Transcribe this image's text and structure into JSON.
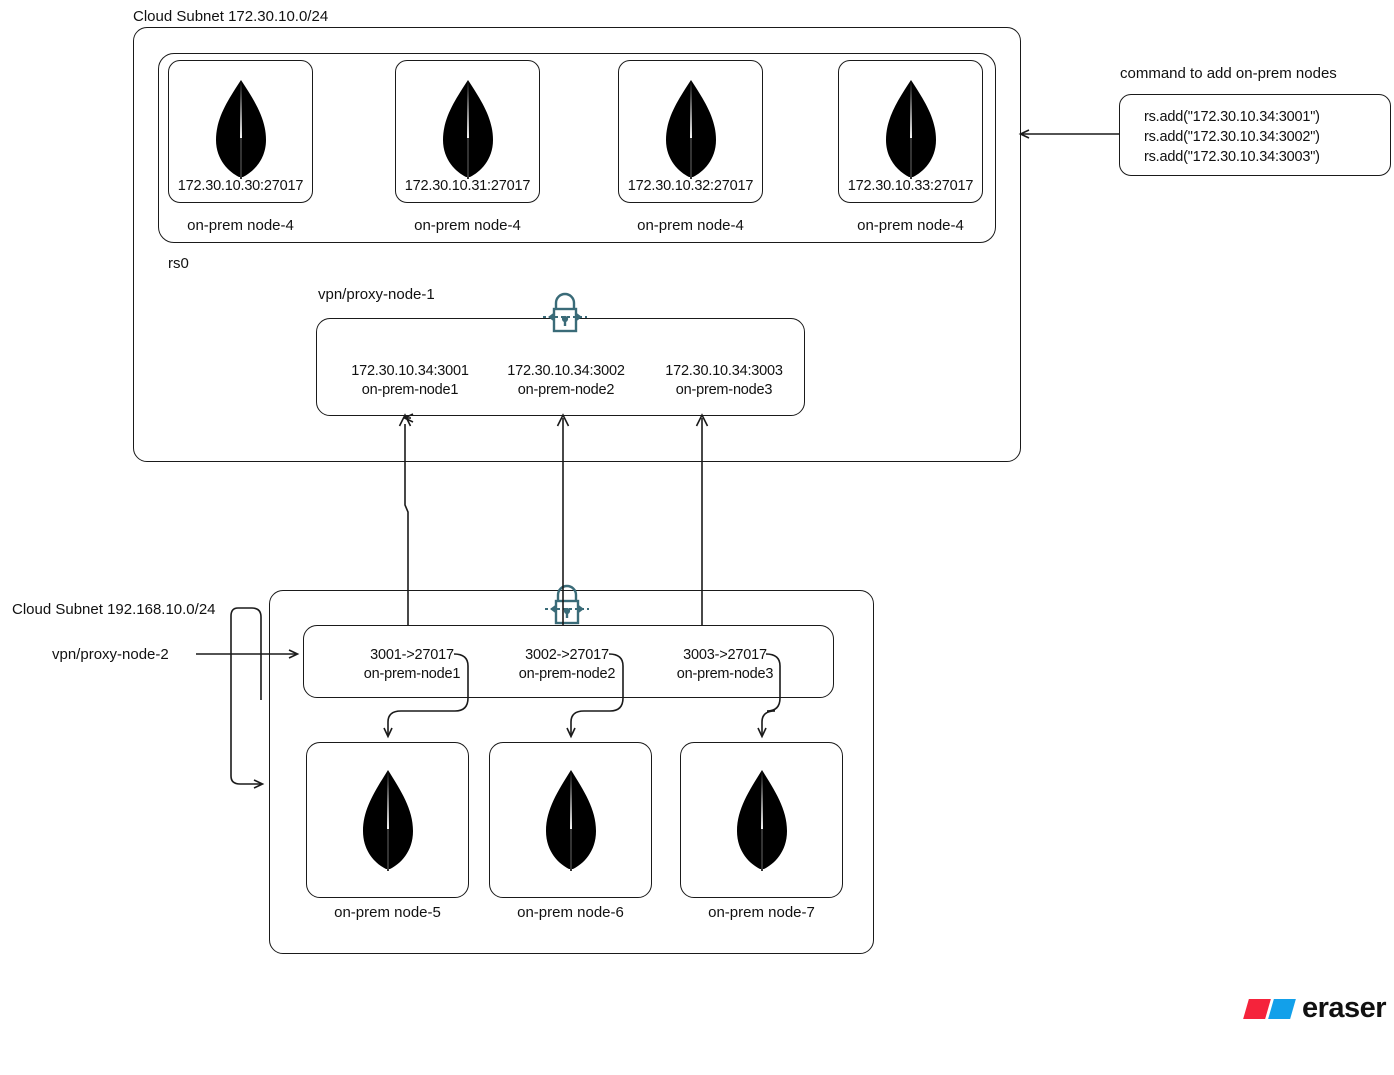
{
  "diagram": {
    "background": "#ffffff",
    "stroke": "#1a1a1a",
    "lock_color": "#3a6b78"
  },
  "cloud_subnet_top": {
    "label": "Cloud Subnet 172.30.10.0/24",
    "replica_set_label": "rs0",
    "nodes": [
      {
        "ip": "172.30.10.30:27017",
        "caption": "on-prem node-4",
        "icon": "mongodb-leaf-icon"
      },
      {
        "ip": "172.30.10.31:27017",
        "caption": "on-prem node-4",
        "icon": "mongodb-leaf-icon"
      },
      {
        "ip": "172.30.10.32:27017",
        "caption": "on-prem node-4",
        "icon": "mongodb-leaf-icon"
      },
      {
        "ip": "172.30.10.33:27017",
        "caption": "on-prem node-4",
        "icon": "mongodb-leaf-icon"
      }
    ],
    "proxy": {
      "label": "vpn/proxy-node-1",
      "lock_icon": "lock-bidirectional-icon",
      "entries": [
        {
          "address": "172.30.10.34:3001",
          "name": "on-prem-node1"
        },
        {
          "address": "172.30.10.34:3002",
          "name": "on-prem-node2"
        },
        {
          "address": "172.30.10.34:3003",
          "name": "on-prem-node3"
        }
      ]
    }
  },
  "command_note": {
    "title": "command to add on-prem nodes",
    "lines": [
      "rs.add(\"172.30.10.34:3001\")",
      "rs.add(\"172.30.10.34:3002\")",
      "rs.add(\"172.30.10.34:3003\")"
    ]
  },
  "cloud_subnet_bottom": {
    "label": "Cloud Subnet 192.168.10.0/24",
    "proxy_label": "vpn/proxy-node-2",
    "lock_icon": "lock-bidirectional-icon",
    "port_mappings": [
      {
        "mapping": "3001->27017",
        "name": "on-prem-node1"
      },
      {
        "mapping": "3002->27017",
        "name": "on-prem-node2"
      },
      {
        "mapping": "3003->27017",
        "name": "on-prem-node3"
      }
    ],
    "nodes": [
      {
        "caption": "on-prem node-5",
        "icon": "mongodb-leaf-icon"
      },
      {
        "caption": "on-prem node-6",
        "icon": "mongodb-leaf-icon"
      },
      {
        "caption": "on-prem node-7",
        "icon": "mongodb-leaf-icon"
      }
    ]
  },
  "watermark": {
    "word": "eraser",
    "red": "#f5233b",
    "blue": "#12a0ea"
  }
}
